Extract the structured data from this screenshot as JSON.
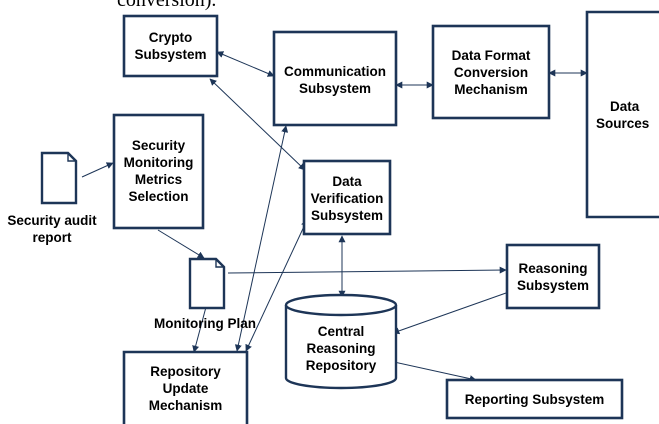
{
  "caption_fragment": "conversion).",
  "nodes": {
    "crypto": {
      "line1": "Crypto",
      "line2": "Subsystem"
    },
    "communication": {
      "line1": "Communication",
      "line2": "Subsystem"
    },
    "data_format": {
      "line1": "Data Format",
      "line2": "Conversion",
      "line3": "Mechanism"
    },
    "data_sources": {
      "line1": "Data",
      "line2": "Sources"
    },
    "security_monitoring": {
      "line1": "Security",
      "line2": "Monitoring",
      "line3": "Metrics",
      "line4": "Selection"
    },
    "security_audit_report": {
      "line1": "Security audit",
      "line2": "report"
    },
    "data_verification": {
      "line1": "Data",
      "line2": "Verification",
      "line3": "Subsystem"
    },
    "reasoning": {
      "line1": "Reasoning",
      "line2": "Subsystem"
    },
    "monitoring_plan": {
      "label": "Monitoring Plan"
    },
    "central_repository": {
      "line1": "Central",
      "line2": "Reasoning",
      "line3": "Repository"
    },
    "repository_update": {
      "line1": "Repository",
      "line2": "Update",
      "line3": "Mechanism"
    },
    "reporting": {
      "label": "Reporting Subsystem"
    }
  },
  "colors": {
    "stroke": "#1d3557",
    "text": "#000000",
    "background": "#ffffff"
  }
}
